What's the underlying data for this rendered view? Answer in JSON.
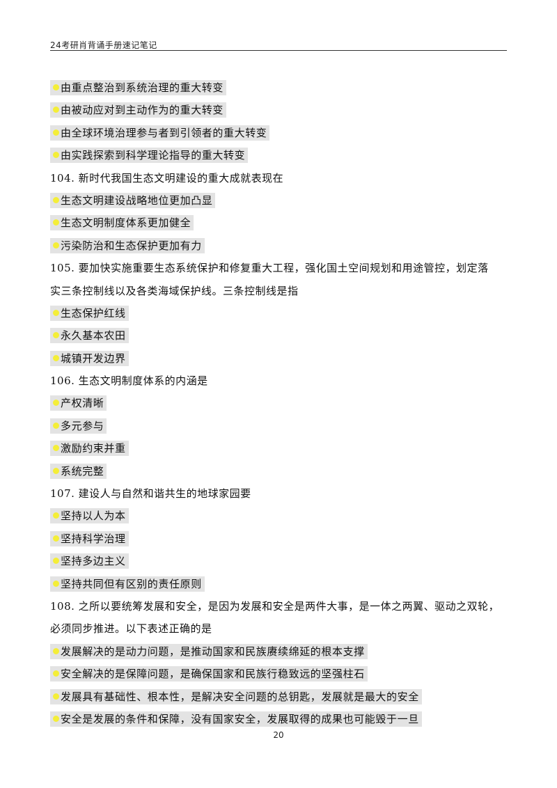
{
  "header": {
    "title": "24考研肖背诵手册速记笔记"
  },
  "page_number": "20",
  "lines": [
    {
      "kind": "option",
      "text": "由重点整治到系统治理的重大转变"
    },
    {
      "kind": "option",
      "text": "由被动应对到主动作为的重大转变"
    },
    {
      "kind": "option",
      "text": "由全球环境治理参与者到引领者的重大转变"
    },
    {
      "kind": "option",
      "text": "由实践探索到科学理论指导的重大转变"
    },
    {
      "kind": "question",
      "text": "104. 新时代我国生态文明建设的重大成就表现在"
    },
    {
      "kind": "option",
      "text": "生态文明建设战略地位更加凸显"
    },
    {
      "kind": "option",
      "text": "生态文明制度体系更加健全"
    },
    {
      "kind": "option",
      "text": "污染防治和生态保护更加有力"
    },
    {
      "kind": "question",
      "text": "105. 要加快实施重要生态系统保护和修复重大工程，强化国土空间规划和用途管控，划定落"
    },
    {
      "kind": "question",
      "text": "实三条控制线以及各类海域保护线。三条控制线是指"
    },
    {
      "kind": "option",
      "text": "生态保护红线"
    },
    {
      "kind": "option",
      "text": "永久基本农田"
    },
    {
      "kind": "option",
      "text": "城镇开发边界"
    },
    {
      "kind": "question",
      "text": "106. 生态文明制度体系的内涵是"
    },
    {
      "kind": "option",
      "text": "产权清晰"
    },
    {
      "kind": "option",
      "text": "多元参与"
    },
    {
      "kind": "option",
      "text": "激励约束并重"
    },
    {
      "kind": "option",
      "text": "系统完整"
    },
    {
      "kind": "question",
      "text": "107. 建设人与自然和谐共生的地球家园要"
    },
    {
      "kind": "option",
      "text": "坚持以人为本"
    },
    {
      "kind": "option",
      "text": "坚持科学治理"
    },
    {
      "kind": "option",
      "text": "坚持多边主义"
    },
    {
      "kind": "option",
      "text": "坚持共同但有区别的责任原则"
    },
    {
      "kind": "question",
      "text": "108. 之所以要统筹发展和安全，是因为发展和安全是两件大事，是一体之两翼、驱动之双轮，"
    },
    {
      "kind": "question",
      "text": "必须同步推进。以下表述正确的是"
    },
    {
      "kind": "option",
      "text": "发展解决的是动力问题，是推动国家和民族赓续绵延的根本支撑"
    },
    {
      "kind": "option",
      "text": "安全解决的是保障问题，是确保国家和民族行稳致远的坚强柱石"
    },
    {
      "kind": "option",
      "text": "发展具有基础性、根本性，是解决安全问题的总钥匙，发展就是最大的安全"
    },
    {
      "kind": "option",
      "text": "安全是发展的条件和保障，没有国家安全，发展取得的成果也可能毁于一旦"
    }
  ],
  "colors": {
    "highlight": "#e3e3e3",
    "marker": "#f4ee38",
    "rule": "#333333"
  }
}
